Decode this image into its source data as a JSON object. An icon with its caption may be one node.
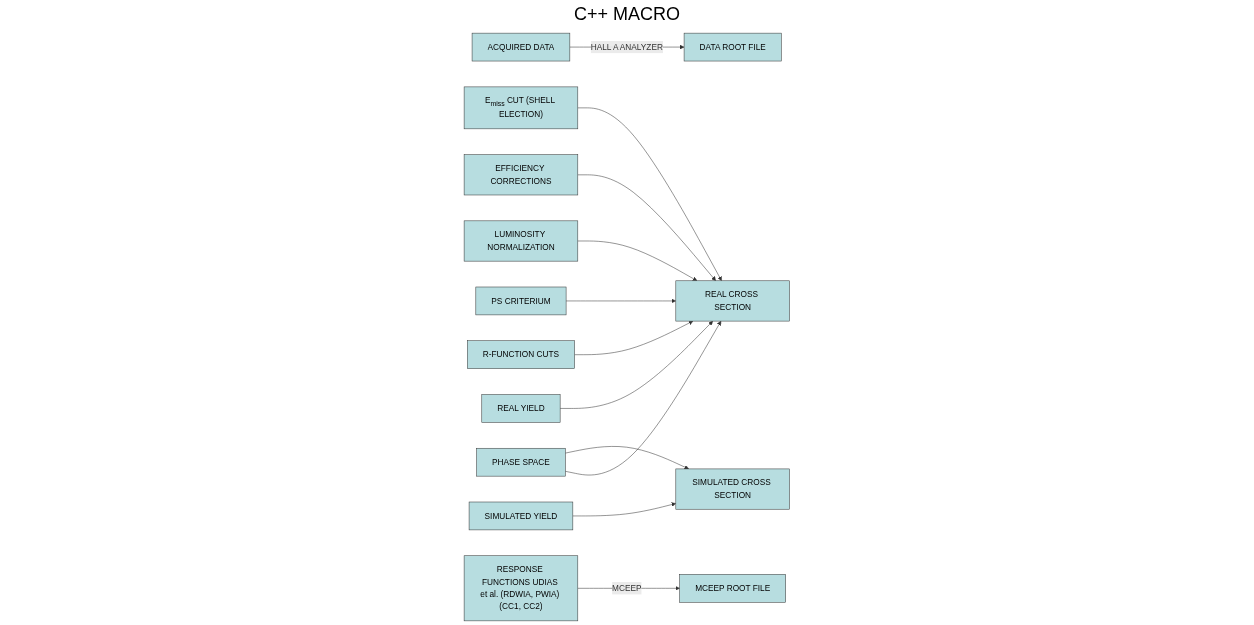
{
  "diagram": {
    "nodes": [
      {
        "text": [
          "ACQUIRED DATA"
        ]
      },
      {
        "text": [
          "DATA ROOT FILE"
        ]
      },
      {
        "text": [
          "REAL YIELD"
        ]
      },
      {
        "text": [
          "RESPONSE FUNCTIONS UDIAS et al. (RDWIA, PWIA) (CC1, CC2)"
        ]
      },
      {
        "text": [
          "MCEEP ROOT FILE"
        ]
      },
      {
        "text": [
          "PHASE SPACE"
        ]
      },
      {
        "text": [
          "SIMULATED YIELD"
        ]
      },
      {
        "text": [
          "R-FUNCTION CUTS"
        ]
      },
      {
        "text": [
          "PS CRITERIUM"
        ]
      },
      {
        "text": [
          "LUMINOSITY NORMALIZATION"
        ]
      },
      {
        "text": [
          "EFFICIENCY CORRECTIONS"
        ]
      },
      {
        "text": [
          "E$_{miss}$ CUT (SHELL ELECTION)"
        ]
      },
      {
        "text": [
          "REAL CROSS SECTION"
        ]
      },
      {
        "text": [
          "SIMULATED CROSS SECTION"
        ]
      }
    ],
    "edges": [
      {
        "from": 0,
        "to": 1,
        "arrow": "to",
        "label": "HALL A ANALYZER"
      },
      {
        "from": 3,
        "to": 4,
        "arrow": "to",
        "label": "MCEEP"
      },
      {
        "from": 2,
        "to": 12,
        "arrow": "to"
      },
      {
        "from": 5,
        "to": 12,
        "arrow": "to"
      },
      {
        "from": 5,
        "to": 13,
        "arrow": "to"
      },
      {
        "from": 6,
        "to": 13,
        "arrow": "to"
      },
      {
        "from": 7,
        "to": 12,
        "arrow": "to"
      },
      {
        "from": 8,
        "to": 12,
        "arrow": "to"
      },
      {
        "from": 9,
        "to": 12,
        "arrow": "to"
      },
      {
        "from": 10,
        "to": 12,
        "arrow": "to"
      },
      {
        "from": 11,
        "to": 12,
        "arrow": "to"
      }
    ],
    "labels": [
      "C++ MACRO"
    ]
  }
}
